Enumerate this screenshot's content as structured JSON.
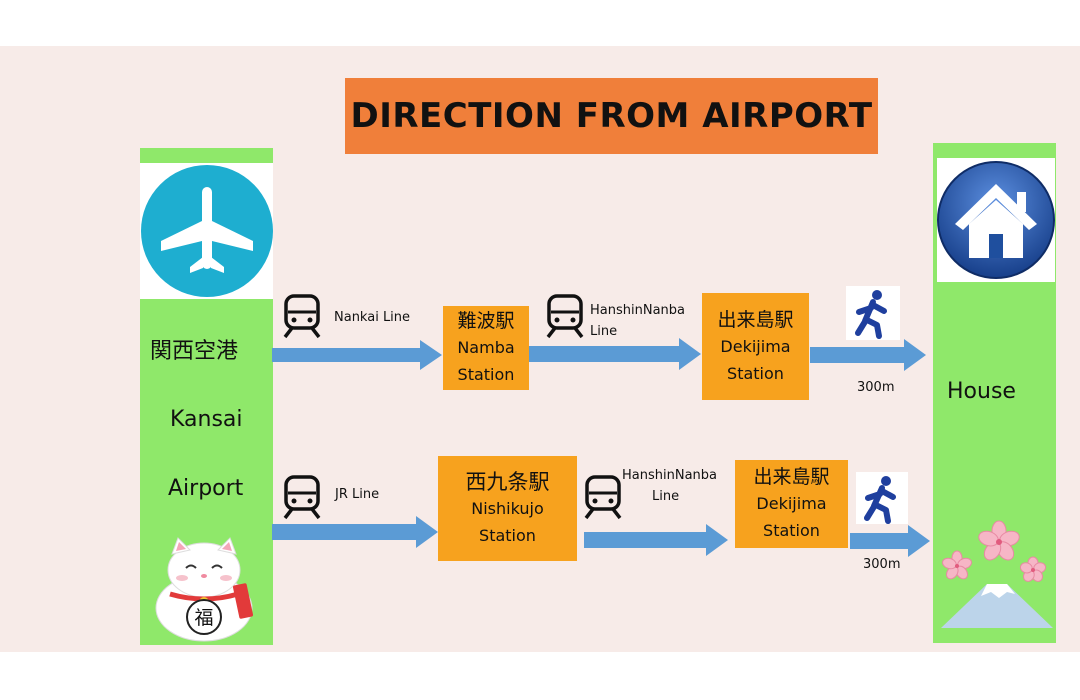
{
  "title": "DIRECTION FROM AIRPORT",
  "origin": {
    "name_jp": "関西空港",
    "name_en_line1": "Kansai",
    "name_en_line2": "Airport",
    "icon": "airplane-icon",
    "mascot": "maneki-neko-icon",
    "mascot_glyph": "福"
  },
  "destination": {
    "name": "House",
    "icon": "house-icon",
    "decoration": "cherry-blossom-mount-fuji-icon"
  },
  "route1": {
    "leg1_line": "Nankai  Line",
    "station1": {
      "jp": "難波駅",
      "en_line1": "Namba",
      "en_line2": "Station"
    },
    "leg2_line1": "HanshinNanba",
    "leg2_line2": "Line",
    "station2": {
      "jp": "出来島駅",
      "en_line1": "Dekijima",
      "en_line2": "Station"
    },
    "walk_distance": "300m"
  },
  "route2": {
    "leg1_line": "JR Line",
    "station1": {
      "jp": "西九条駅",
      "en_line1": "Nishikujo",
      "en_line2": "Station"
    },
    "leg2_line1": "HanshinNanba",
    "leg2_line2": "Line",
    "station2": {
      "jp": "出来島駅",
      "en_line1": "Dekijima",
      "en_line2": "Station"
    },
    "walk_distance": "300m"
  },
  "colors": {
    "background": "#f7ebe8",
    "title_box": "#f07f3a",
    "column_green": "#8fe86a",
    "station_orange": "#f7a21e",
    "arrow_blue": "#5b9bd5",
    "airplane_circle": "#1eaed0",
    "house_blue": "#1f4f9e"
  }
}
